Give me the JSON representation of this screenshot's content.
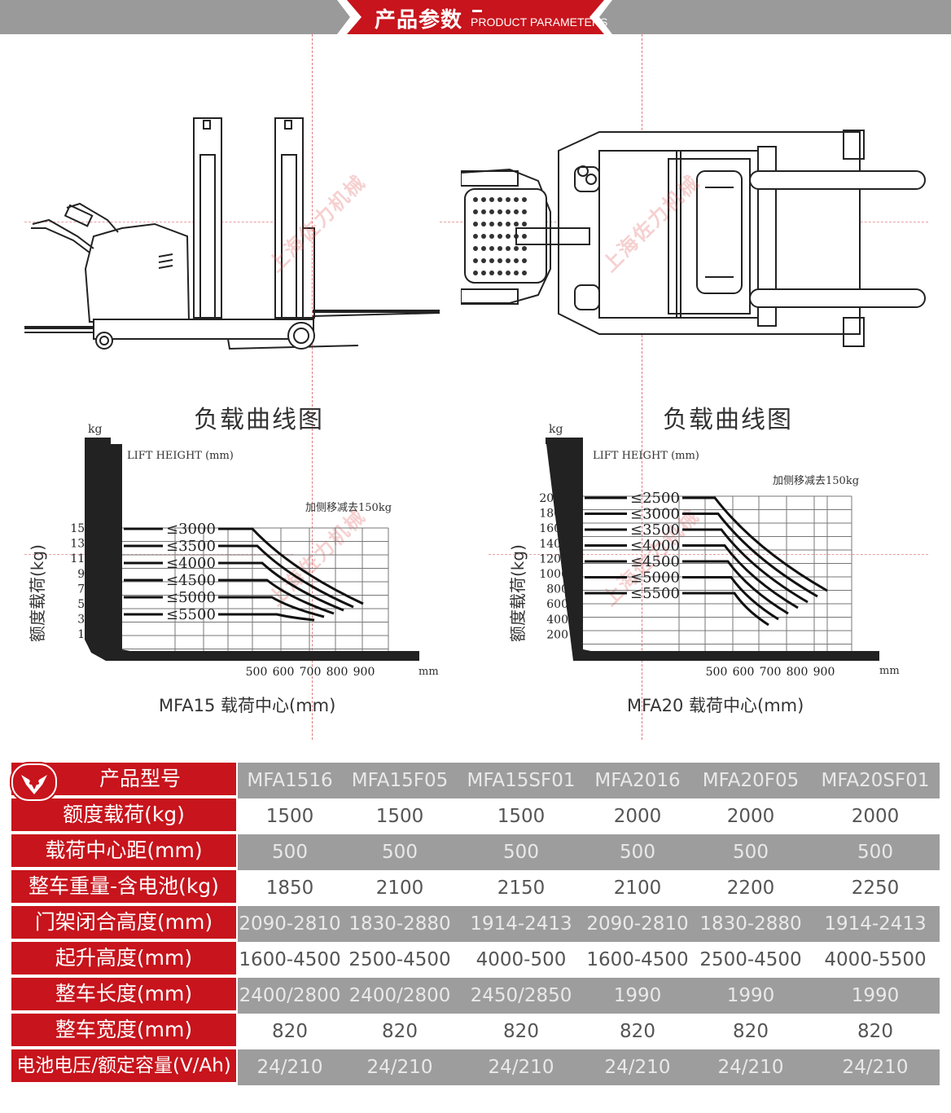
{
  "header": {
    "title": "产品参数",
    "subtitle": "PRODUCT PARAMETERS"
  },
  "watermark_text": "上海佐力机械",
  "load_curves": [
    {
      "title": "负载曲线图",
      "model_caption": "MFA15  载荷中心(mm)",
      "y_unit": "kg",
      "y_axis_label": "额度载荷(kg)",
      "lift_height_label": "LIFT HEIGHT (mm)",
      "note": "加侧移减去150kg",
      "x_unit": "mm",
      "y_ticks": [
        "1500",
        "1300",
        "1100",
        "900",
        "700",
        "500",
        "300",
        "100"
      ],
      "x_ticks": [
        "500",
        "600",
        "700",
        "800",
        "900"
      ],
      "heights": [
        "≤3000",
        "≤3500",
        "≤4000",
        "≤4500",
        "≤5000",
        "≤5500"
      ]
    },
    {
      "title": "负载曲线图",
      "model_caption": "MFA20  载荷中心(mm)",
      "y_unit": "kg",
      "y_axis_label": "额度载荷(kg)",
      "lift_height_label": "LIFT HEIGHT (mm)",
      "note": "加侧移减去150kg",
      "x_unit": "mm",
      "y_ticks": [
        "2000",
        "1800",
        "1600",
        "1400",
        "1200",
        "1000",
        "800",
        "600",
        "400",
        "200"
      ],
      "x_ticks": [
        "500",
        "600",
        "700",
        "800",
        "900"
      ],
      "heights": [
        "≤2500",
        "≤3000",
        "≤3500",
        "≤4000",
        "≤4500",
        "≤5000",
        "≤5500"
      ]
    }
  ],
  "spec_table": {
    "header_label": "产品型号",
    "models": [
      "MFA1516",
      "MFA15F05",
      "MFA15SF01",
      "MFA2016",
      "MFA20F05",
      "MFA20SF01"
    ],
    "rows": [
      {
        "label": "额度载荷(kg)",
        "values": [
          "1500",
          "1500",
          "1500",
          "2000",
          "2000",
          "2000"
        ]
      },
      {
        "label": "载荷中心距(mm)",
        "values": [
          "500",
          "500",
          "500",
          "500",
          "500",
          "500"
        ]
      },
      {
        "label": "整车重量-含电池(kg)",
        "values": [
          "1850",
          "2100",
          "2150",
          "2100",
          "2200",
          "2250"
        ]
      },
      {
        "label": "门架闭合高度(mm)",
        "values": [
          "2090-2810",
          "1830-2880",
          "1914-2413",
          "2090-2810",
          "1830-2880",
          "1914-2413"
        ]
      },
      {
        "label": "起升高度(mm)",
        "values": [
          "1600-4500",
          "2500-4500",
          "4000-500",
          "1600-4500",
          "2500-4500",
          "4000-5500"
        ]
      },
      {
        "label": "整车长度(mm)",
        "values": [
          "2400/2800",
          "2400/2800",
          "2450/2850",
          "1990",
          "1990",
          "1990"
        ]
      },
      {
        "label": "整车宽度(mm)",
        "values": [
          "820",
          "820",
          "820",
          "820",
          "820",
          "820"
        ]
      },
      {
        "label": "电池电压/额定容量(V/Ah)",
        "values": [
          "24/210",
          "24/210",
          "24/210",
          "24/210",
          "24/210",
          "24/210"
        ]
      }
    ]
  },
  "colors": {
    "brand_red": "#c8141c",
    "band_grey": "#9d9d9d"
  }
}
